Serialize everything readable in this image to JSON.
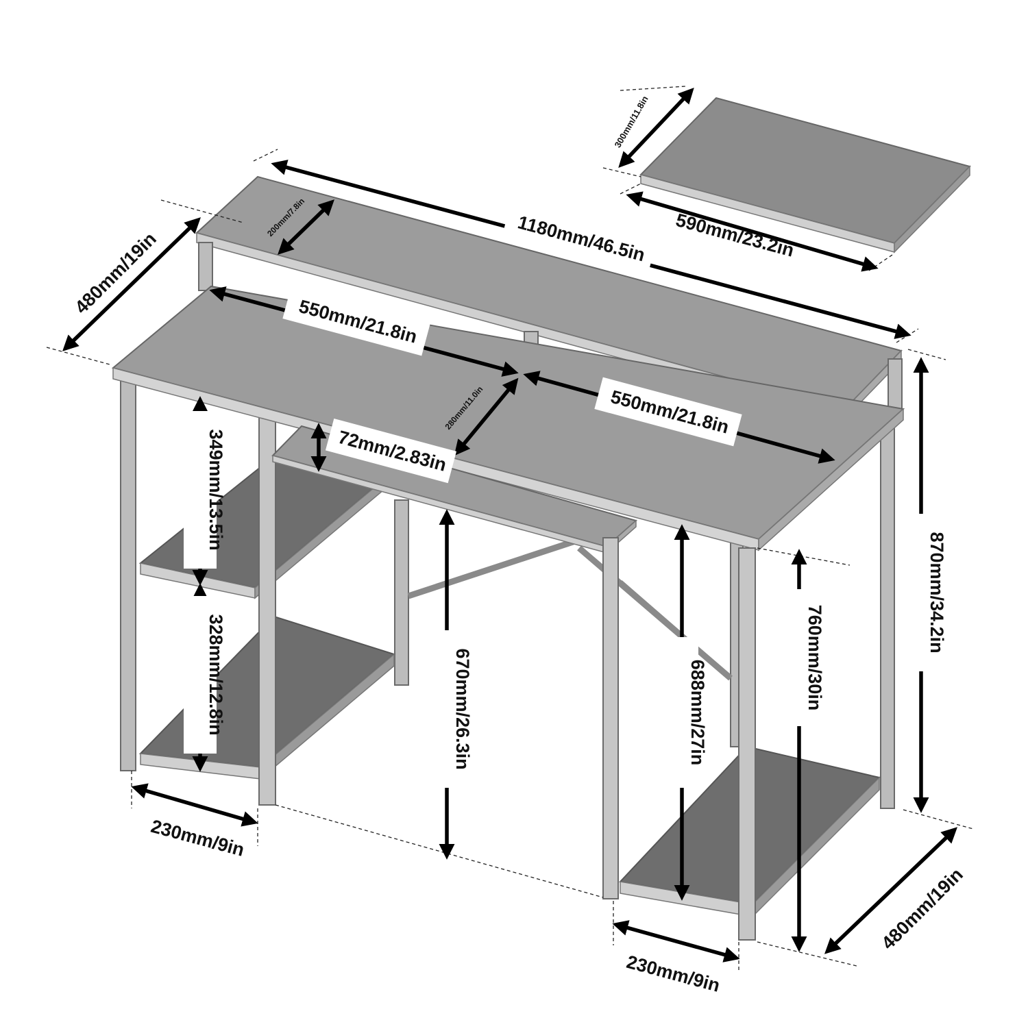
{
  "dimensions": {
    "total_width": "1180mm/46.5in",
    "depth_left": "480mm/19in",
    "depth_right": "480mm/19in",
    "riser_depth": "200mm/7.8in",
    "top_left_span": "550mm/21.8in",
    "top_right_span": "550mm/21.8in",
    "keyboard_depth": "280mm/11.0in",
    "keyboard_thickness": "72mm/2.83in",
    "upper_shelf_gap": "349mm/13.5in",
    "lower_shelf_gap": "328mm/12.8in",
    "knee_clearance": "670mm/26.3in",
    "right_shelf_gap": "688mm/27in",
    "desk_height": "760mm/30in",
    "total_height": "870mm/34.2in",
    "left_shelf_width": "230mm/9in",
    "right_shelf_width": "230mm/9in",
    "extra_shelf_depth": "300mm/11.8in",
    "extra_shelf_width": "590mm/23.2in"
  },
  "colors": {
    "panel_top": "#9c9c9c",
    "panel_shelf": "#6e6e6e",
    "frame": "#bcbcbc",
    "frame_edge": "#6a6a6a",
    "edge_light": "#d0d0d0",
    "arrow": "#000000",
    "guide": "#222222"
  }
}
